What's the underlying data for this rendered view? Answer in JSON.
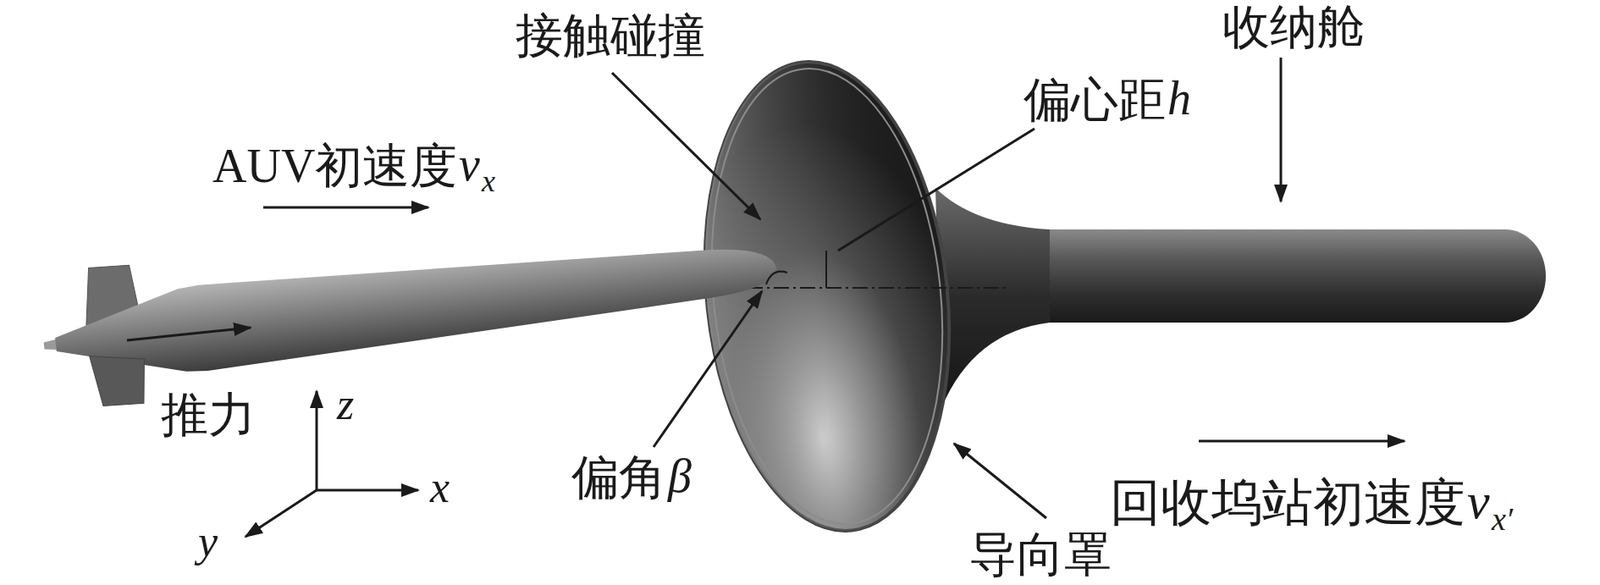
{
  "diagram": {
    "labels": [
      "接触碰撞",
      "收纳舱",
      "偏心距",
      "h",
      "AUV初速度",
      "v",
      "x",
      "推力",
      "z",
      "偏角",
      "β",
      "x",
      "回收坞站初速度",
      "v",
      "x′",
      "y",
      "导向罩"
    ]
  }
}
